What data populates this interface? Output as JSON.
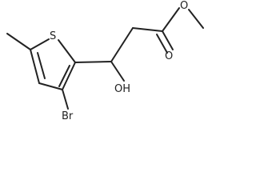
{
  "molecule": {
    "atoms": {
      "sulfur": "S",
      "oxygen_ester": "O",
      "oxygen_carbonyl": "O",
      "hydroxyl": "OH",
      "bromine": "Br"
    }
  }
}
